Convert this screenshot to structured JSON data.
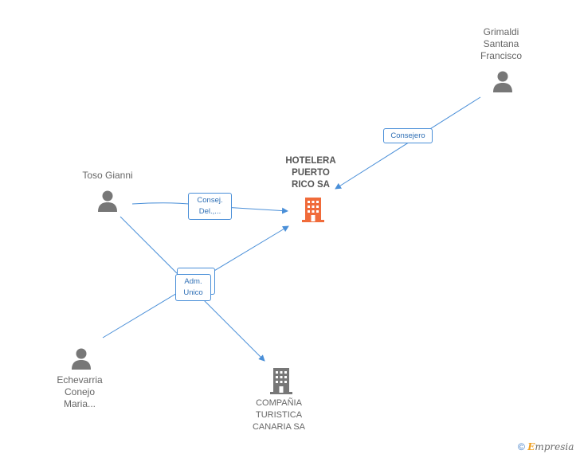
{
  "colors": {
    "edge": "#4a8fd8",
    "person": "#777777",
    "main_building": "#f06b3a",
    "other_building": "#777777"
  },
  "nodes": {
    "hotelera": {
      "label": "HOTELERA\nPUERTO\nRICO SA",
      "icon": "building-icon"
    },
    "grimaldi": {
      "label": "Grimaldi\nSantana\nFrancisco",
      "icon": "person-icon"
    },
    "toso": {
      "label": "Toso Gianni",
      "icon": "person-icon"
    },
    "echevarria": {
      "label": "Echevarria\nConejo\nMaria...",
      "icon": "person-icon"
    },
    "compania": {
      "label": "COMPAÑIA\nTURISTICA\nCANARIA SA",
      "icon": "building-icon"
    }
  },
  "relations": {
    "consejero": "Consejero",
    "consej_del": "Consej.\nDel.,...",
    "adm_unico": "Adm.\nUnico"
  },
  "footer": {
    "copyright": "©",
    "brand_e": "E",
    "brand_rest": "mpresia"
  }
}
